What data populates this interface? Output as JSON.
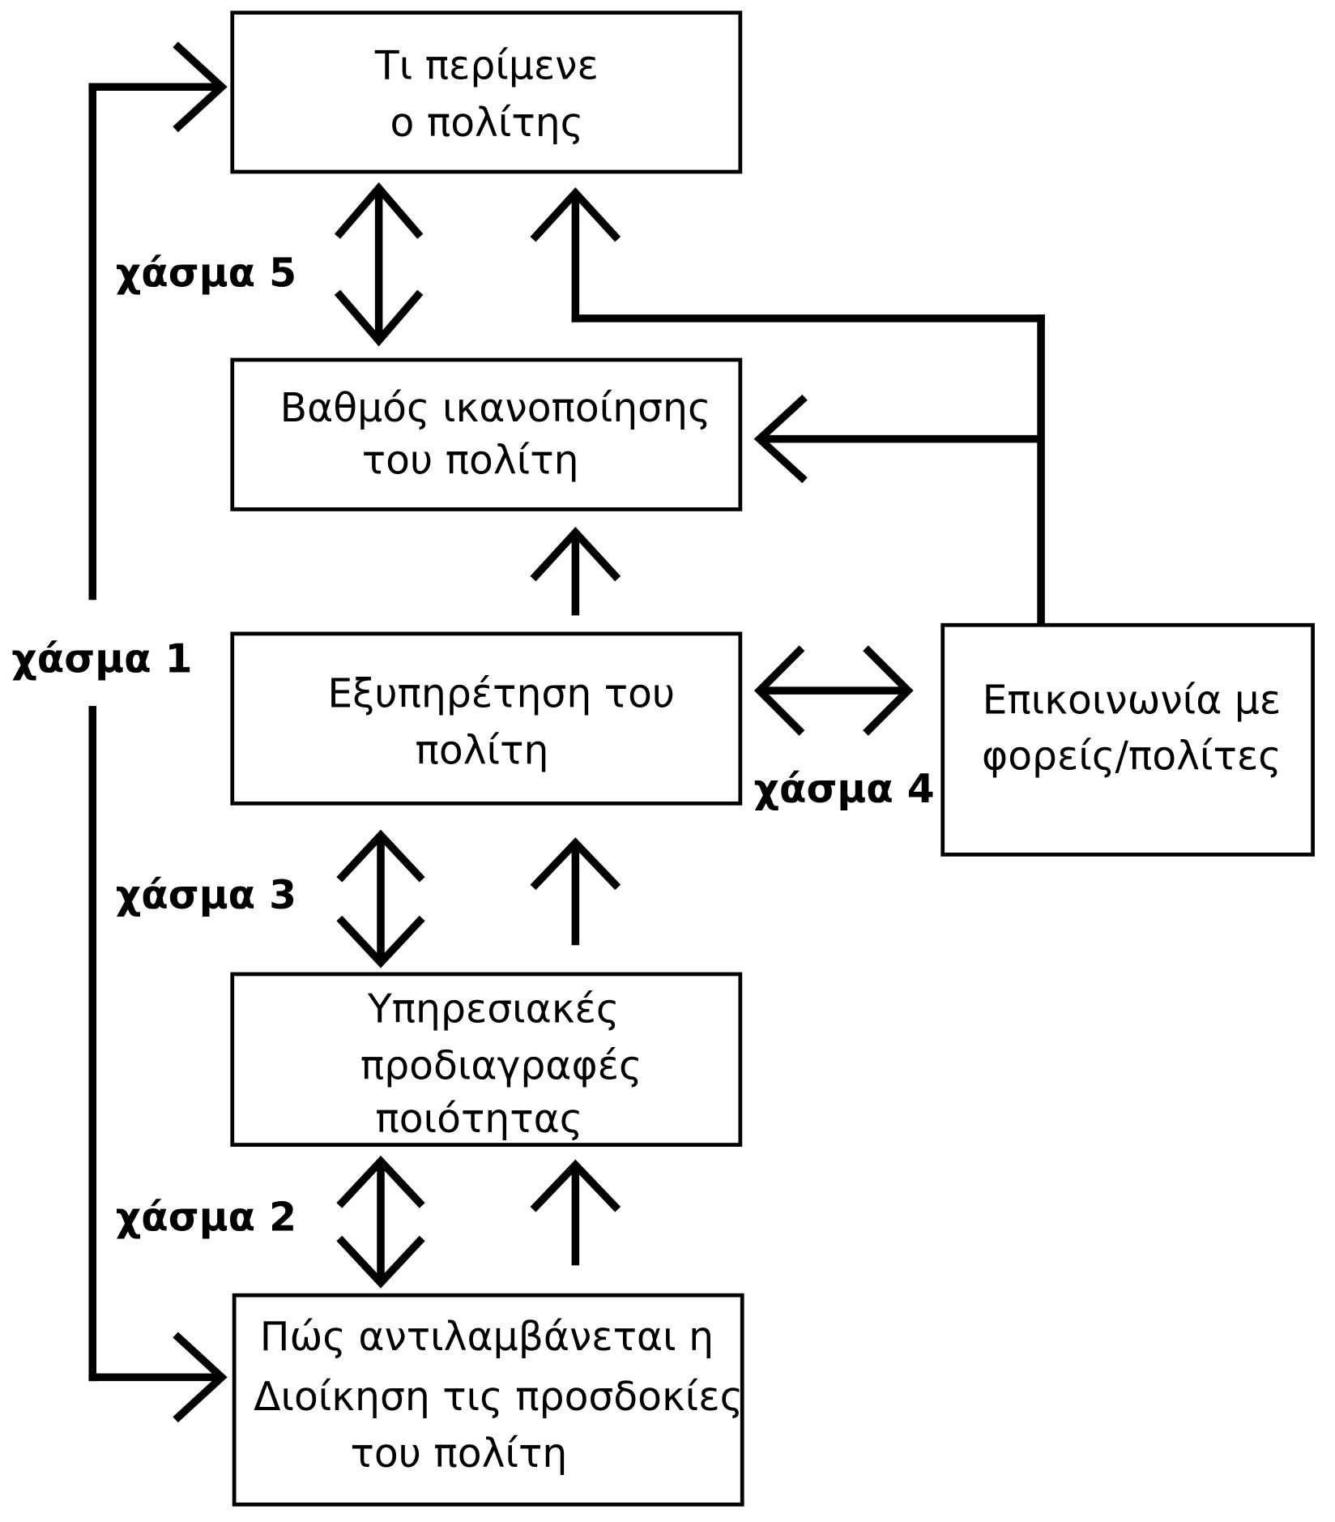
{
  "diagram": {
    "boxes": {
      "expectations": {
        "lines": [
          "Τι περίμενε",
          "ο πολίτης"
        ]
      },
      "satisfaction": {
        "lines": [
          "Βαθμός ικανοποίησης",
          "του πολίτη"
        ]
      },
      "service": {
        "lines": [
          "Εξυπηρέτηση του",
          "πολίτη"
        ]
      },
      "communication": {
        "lines": [
          "Επικοινωνία με",
          "φορείς/πολίτες"
        ]
      },
      "specifications": {
        "lines": [
          "Υπηρεσιακές",
          "προδιαγραφές",
          "ποιότητας"
        ]
      },
      "perception": {
        "lines": [
          "Πώς αντιλαμβάνεται η",
          "Διοίκηση τις προσδοκίες",
          "του πολίτη"
        ]
      }
    },
    "gaps": {
      "gap1": "χάσμα 1",
      "gap2": "χάσμα 2",
      "gap3": "χάσμα 3",
      "gap4": "χάσμα 4",
      "gap5": "χάσμα 5"
    },
    "colors": {
      "stroke": "#000000",
      "background": "#ffffff"
    }
  }
}
